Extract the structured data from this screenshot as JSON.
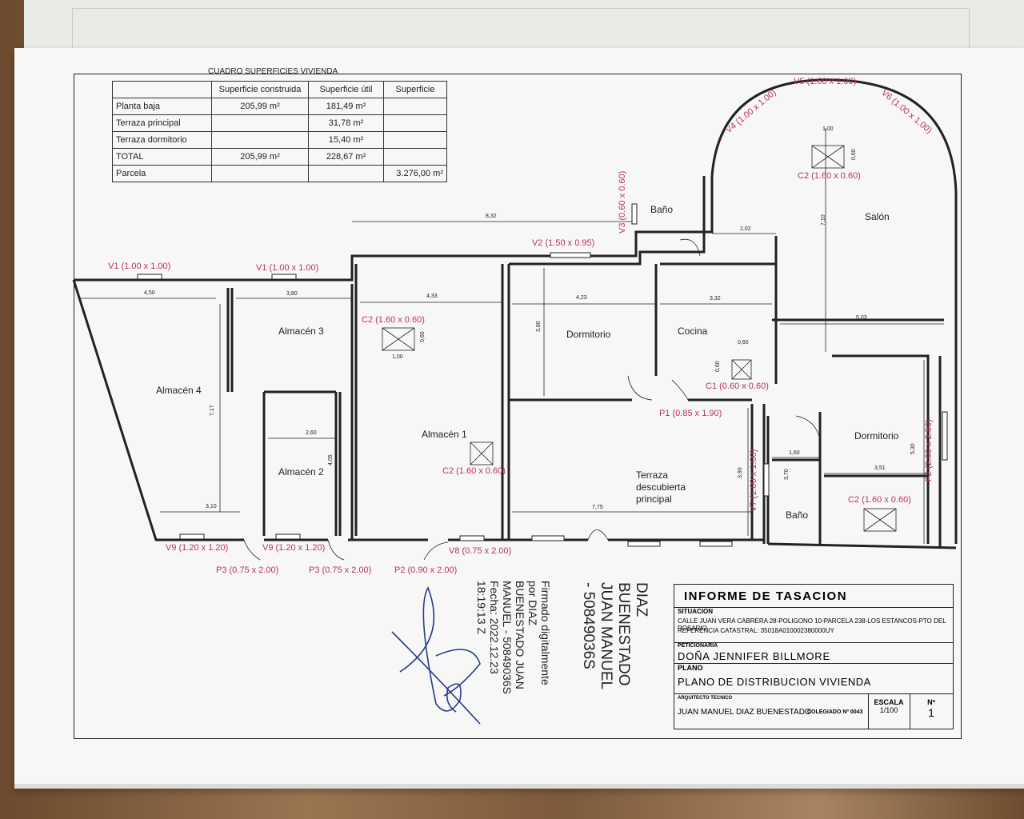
{
  "table": {
    "title": "CUADRO SUPERFICIES VIVIENDA",
    "headers": [
      "",
      "Superficie construida",
      "Superficie útil",
      "Superficie"
    ],
    "rows": [
      [
        "Planta baja",
        "205,99 m²",
        "181,49 m²",
        ""
      ],
      [
        "Terraza principal",
        "",
        "31,78 m²",
        ""
      ],
      [
        "Terraza dormitorio",
        "",
        "15,40 m²",
        ""
      ],
      [
        "TOTAL",
        "205,99 m²",
        "228,67 m²",
        ""
      ],
      [
        "Parcela",
        "",
        "",
        "3.276,00 m²"
      ]
    ]
  },
  "rooms": {
    "almacen4": "Almacén 4",
    "almacen3": "Almacén 3",
    "almacen2": "Almacén 2",
    "almacen1": "Almacén 1",
    "dormitorio1": "Dormitorio",
    "cocina": "Cocina",
    "bano1": "Baño",
    "salon": "Salón",
    "terraza": "Terraza descubierta principal",
    "dormitorio2": "Dormitorio",
    "bano2": "Baño"
  },
  "openings": {
    "v1a": "V1 (1.00 x 1.00)",
    "v1b": "V1 (1.00 x 1.00)",
    "v2": "V2 (1.50 x 0.95)",
    "v3": "V3 (0.60 x 0.60)",
    "v4": "V4 (1.00 x 1.00)",
    "v5": "V5 (1.60 x 1.00)",
    "v6": "V6 (1.00 x 1.00)",
    "v7": "V7 (1.00 x 1.00)",
    "v8": "V8 (0.75 x 2.00)",
    "v9a": "V9 (1.20 x 1.20)",
    "v9b": "V9 (1.20 x 1.20)",
    "p1": "P1 (0.85 x 1.90)",
    "p2": "P2 (0.90 x 2.00)",
    "p3a": "P3 (0.75 x 2.00)",
    "p3b": "P3 (0.75 x 2.00)",
    "f2": "F2 (2.00 x 2.50)",
    "c1": "C1 (0.60 x 0.60)",
    "c2a": "C2 (1.60 x 0.60)",
    "c2b": "C2 (1.60 x 0.60)",
    "c2c": "C2 (1.60 x 0.60)",
    "c2d": "C2 (1.60 x 0.60)"
  },
  "dims": {
    "d832": "8,32",
    "d450": "4,50",
    "d380": "3,80",
    "d433": "4,33",
    "d423": "4,23",
    "d332": "3,32",
    "d503": "5,03",
    "d202": "2,02",
    "d710": "7,10",
    "d717": "7,17",
    "d260": "2,60",
    "d405": "4,05",
    "d310": "3,10",
    "d775": "7,75",
    "d390": "3,90",
    "d370": "3,70",
    "d160": "1,60",
    "d351": "3,51",
    "d530": "5,30",
    "d380b": "3,80",
    "d100a": "1,00",
    "d060a": "0,60",
    "d100b": "1,00",
    "d060b": "0,60",
    "d060c": "0,60",
    "d060d": "0,60"
  },
  "title_block": {
    "title": "INFORME DE TASACION",
    "situacion_label": "SITUACION",
    "situacion": "CALLE JUAN VERA CABRERA 28-POLIGONO 10-PARCELA 238-LOS ESTANCOS-PTO DEL ROSARIO",
    "referencia": "REFERENCIA CATASTRAL:  35018A010002380000UY",
    "peticionaria_label": "PETICIONARIA",
    "peticionaria": "DOÑA JENNIFER BILLMORE",
    "plano_label": "PLANO",
    "plano": "PLANO DE DISTRIBUCION VIVIENDA",
    "arquitecto_label": "ARQUITECTO TECNICO",
    "arquitecto": "JUAN MANUEL DIAZ BUENESTADO",
    "colegiado": "COLEGIADO Nº 0043",
    "escala_label": "ESCALA",
    "escala": "1/100",
    "numero_label": "Nº",
    "numero": "1"
  },
  "signature": {
    "name_lines": [
      "DIAZ",
      "BUENESTADO",
      "JUAN MANUEL",
      "- 50849036S"
    ],
    "sign_lines": [
      "Firmado digitalmente",
      "por DIAZ",
      "BUENESTADO JUAN",
      "MANUEL - 50849036S",
      "Fecha: 2022.12.23",
      "18:19:13 Z"
    ]
  }
}
